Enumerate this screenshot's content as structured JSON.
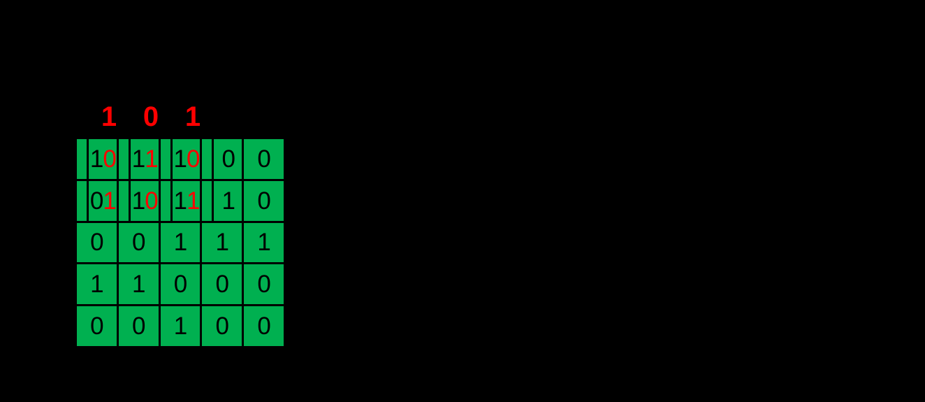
{
  "colors": {
    "background": "#000000",
    "cell_green": "#00b050",
    "grid_line": "#000000",
    "bit_black": "#000000",
    "bit_red": "#ff0000"
  },
  "embed_bits": [
    "1",
    "0",
    "1"
  ],
  "grid": {
    "rows": [
      {
        "cells": [
          {
            "base": "1",
            "overlay": "0"
          },
          {
            "base": "1",
            "overlay": "1"
          },
          {
            "base": "1",
            "overlay": "0"
          },
          {
            "base": "0"
          },
          {
            "base": "0"
          }
        ]
      },
      {
        "cells": [
          {
            "base": "0",
            "overlay": "1"
          },
          {
            "base": "1",
            "overlay": "0"
          },
          {
            "base": "1",
            "overlay": "1"
          },
          {
            "base": "1"
          },
          {
            "base": "0"
          }
        ]
      },
      {
        "cells": [
          {
            "base": "0"
          },
          {
            "base": "0"
          },
          {
            "base": "1"
          },
          {
            "base": "1"
          },
          {
            "base": "1"
          }
        ]
      },
      {
        "cells": [
          {
            "base": "1"
          },
          {
            "base": "1"
          },
          {
            "base": "0"
          },
          {
            "base": "0"
          },
          {
            "base": "0"
          }
        ]
      },
      {
        "cells": [
          {
            "base": "0"
          },
          {
            "base": "0"
          },
          {
            "base": "1"
          },
          {
            "base": "0"
          },
          {
            "base": "0"
          }
        ]
      }
    ]
  }
}
